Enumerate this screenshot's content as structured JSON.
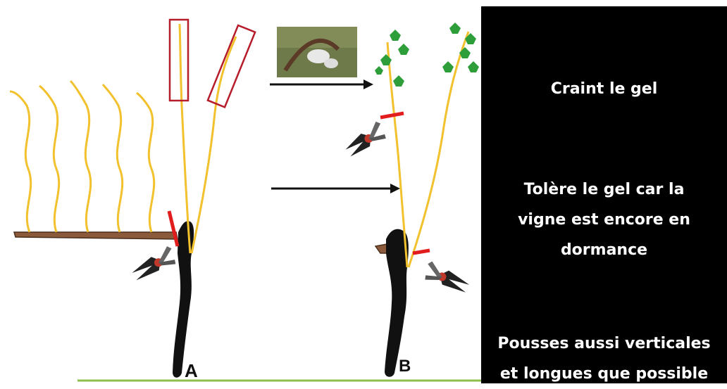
{
  "labels": {
    "plant_a": "A",
    "plant_b": "B"
  },
  "panel": {
    "text_top": "Craint le gel",
    "text_middle": "Tolère le gel car la\nvigne est encore en\ndormance",
    "text_bottom": "Pousses aussi verticales\net longues que possible"
  },
  "colors": {
    "cane": "#f2c12e",
    "trunk": "#111111",
    "cut_mark": "#e11d1d",
    "highlight_box": "#b71c2a",
    "arrow": "#111111",
    "leaf": "#2e9e3a",
    "ground": "#8cc04b",
    "panel_bg": "#000000",
    "panel_text": "#ffffff"
  },
  "icons": [
    "pruning-shears-icon",
    "frost-bud-photo"
  ]
}
